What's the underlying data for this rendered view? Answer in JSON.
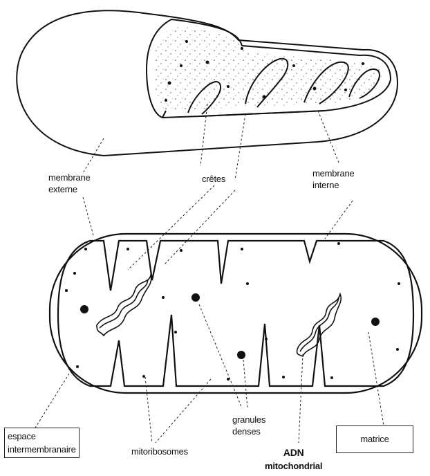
{
  "labels": {
    "membrane_externe": [
      "membrane",
      "externe"
    ],
    "cretes": "crêtes",
    "membrane_interne": [
      "membrane",
      "interne"
    ],
    "espace_intermembranaire": [
      "espace",
      "intermembranaire"
    ],
    "mitoribosomes": "mitoribosomes",
    "granules_denses": [
      "granules",
      "denses"
    ],
    "adn_mitochondrial": [
      "ADN",
      "mitochondrial"
    ],
    "matrice": "matrice"
  }
}
